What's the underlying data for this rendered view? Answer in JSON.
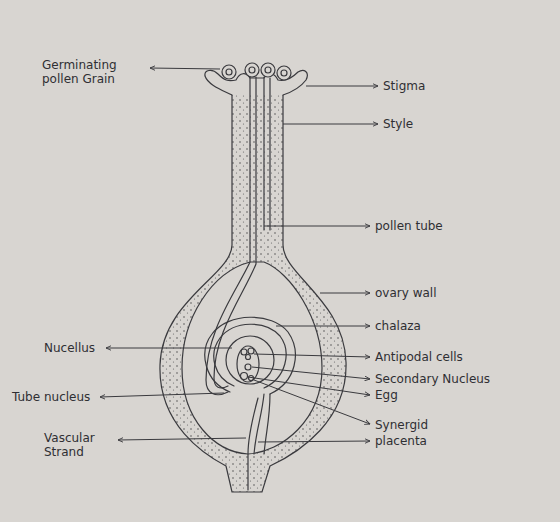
{
  "diagram": {
    "labels": [
      "Germinating pollen Grain",
      "Stigma",
      "Style",
      "pollen tube",
      "ovary wall",
      "chalaza",
      "Nucellus",
      "Antipodal cells",
      "Secondary Nucleus",
      "Egg",
      "Tube nucleus",
      "Synergid",
      "Vascular Strand",
      "placenta"
    ]
  }
}
